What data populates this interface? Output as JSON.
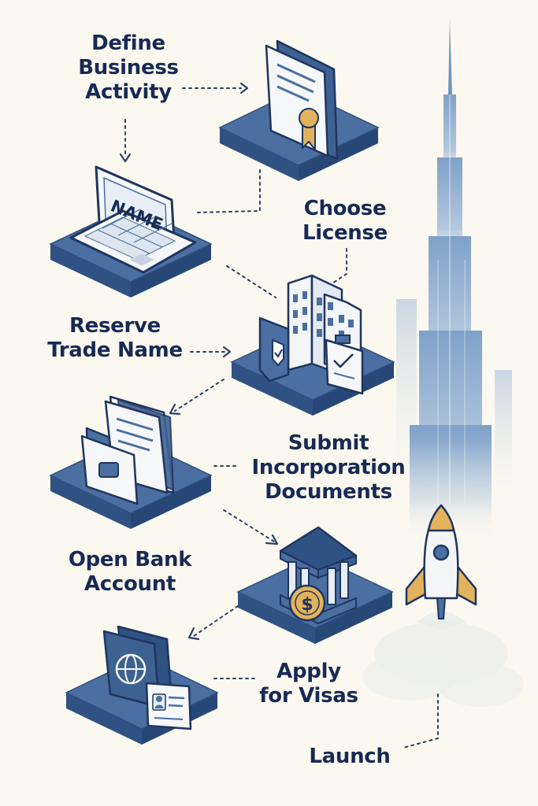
{
  "steps": [
    {
      "lines": [
        "Define",
        "Business",
        "Activity"
      ],
      "icon": "certificate-icon"
    },
    {
      "lines": [
        "Choose",
        "License"
      ],
      "icon": "laptop-icon"
    },
    {
      "lines": [
        "Reserve",
        "Trade Name"
      ],
      "icon": "office-building-icon"
    },
    {
      "lines": [
        "Submit",
        "Incorporation",
        "Documents"
      ],
      "icon": "document-folder-icon"
    },
    {
      "lines": [
        "Open Bank",
        "Account"
      ],
      "icon": "bank-icon"
    },
    {
      "lines": [
        "Apply",
        "for Visas"
      ],
      "icon": "passport-icon"
    },
    {
      "lines": [
        "Launch"
      ],
      "icon": "rocket-icon"
    }
  ],
  "laptop_screen_text": "NAME",
  "coin_symbol": "$",
  "decorations": [
    "skyscraper-illustration",
    "rocket-icon"
  ],
  "colors": {
    "background": "#fbf8ef",
    "text": "#172a55",
    "platform": "#4a6fa0",
    "platform_side": "#2f5283",
    "accent": "#e2b35c"
  }
}
